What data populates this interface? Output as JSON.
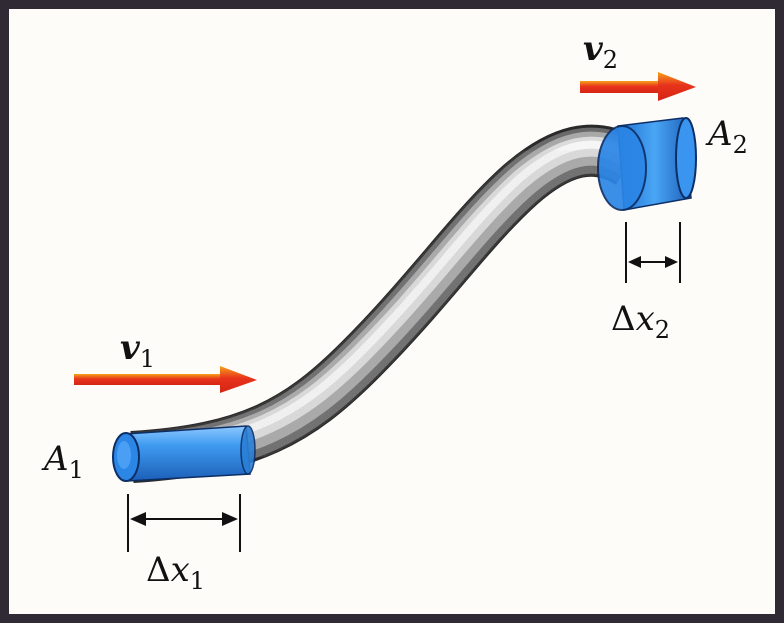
{
  "labels": {
    "v1": {
      "main": "v",
      "sub": "1"
    },
    "v2": {
      "main": "v",
      "sub": "2"
    },
    "A1": {
      "main": "A",
      "sub": "1"
    },
    "A2": {
      "main": "A",
      "sub": "2"
    },
    "dx1": {
      "delta": "Δ",
      "main": "x",
      "sub": "1"
    },
    "dx2": {
      "delta": "Δ",
      "main": "x",
      "sub": "2"
    }
  },
  "colors": {
    "frame": "#2f2a34",
    "paper": "#fdfcf9",
    "pipe_light": "#f4f4f4",
    "pipe_dark": "#3a3a3a",
    "section_blue": "#2b86e6",
    "arrow_red": "#e8341c",
    "arrow_orange": "#f6a21a",
    "ink": "#111111"
  },
  "icons": {
    "arrow_v1": "right-arrow",
    "arrow_v2": "right-arrow",
    "dim_dx1": "double-headed-arrow",
    "dim_dx2": "double-headed-arrow"
  }
}
